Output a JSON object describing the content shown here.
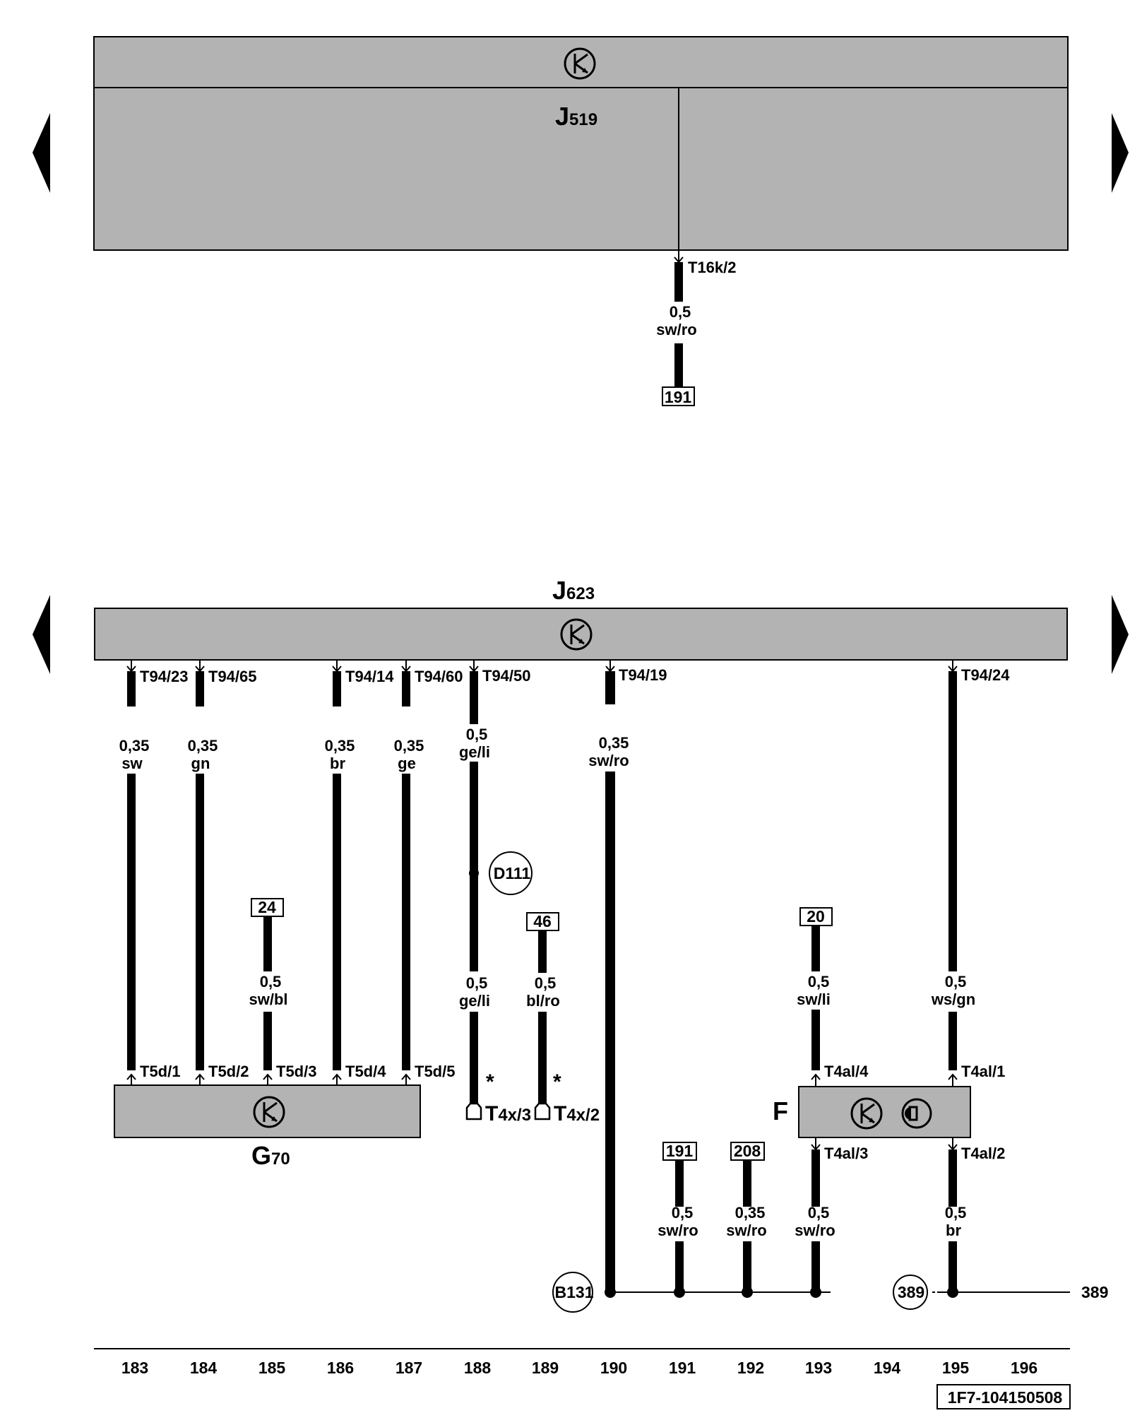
{
  "components": {
    "j519": {
      "letter": "J",
      "sub": "519"
    },
    "j623": {
      "letter": "J",
      "sub": "623"
    },
    "g70": {
      "letter": "G",
      "sub": "70"
    },
    "f": {
      "letter": "F"
    }
  },
  "pins": {
    "t16k_2": "T16k/2",
    "t94_23": "T94/23",
    "t94_65": "T94/65",
    "t94_14": "T94/14",
    "t94_60": "T94/60",
    "t94_50": "T94/50",
    "t94_19": "T94/19",
    "t94_24": "T94/24",
    "t5d_1": "T5d/1",
    "t5d_2": "T5d/2",
    "t5d_3": "T5d/3",
    "t5d_4": "T5d/4",
    "t5d_5": "T5d/5",
    "t4al_4": "T4al/4",
    "t4al_1": "T4al/1",
    "t4al_3": "T4al/3",
    "t4al_2": "T4al/2"
  },
  "connectors": {
    "t4x3": {
      "letter": "T",
      "sub": "4x/3"
    },
    "t4x2": {
      "letter": "T",
      "sub": "4x/2"
    },
    "star": "*"
  },
  "wires": {
    "top": {
      "size": "0,5",
      "color": "sw/ro"
    },
    "c183": {
      "size": "0,35",
      "color": "sw"
    },
    "c184": {
      "size": "0,35",
      "color": "gn"
    },
    "c185": {
      "size": "0,5",
      "color": "sw/bl"
    },
    "c186": {
      "size": "0,35",
      "color": "br"
    },
    "c187": {
      "size": "0,35",
      "color": "ge"
    },
    "c188_top": {
      "size": "0,5",
      "color": "ge/li"
    },
    "c188_bot": {
      "size": "0,5",
      "color": "ge/li"
    },
    "c189": {
      "size": "0,5",
      "color": "bl/ro"
    },
    "c190": {
      "size": "0,35",
      "color": "sw/ro"
    },
    "c191": {
      "size": "0,5",
      "color": "sw/ro"
    },
    "c192": {
      "size": "0,35",
      "color": "sw/ro"
    },
    "c193_top": {
      "size": "0,5",
      "color": "sw/li"
    },
    "c193_bot": {
      "size": "0,5",
      "color": "sw/ro"
    },
    "c195_top": {
      "size": "0,5",
      "color": "ws/gn"
    },
    "c195_bot": {
      "size": "0,5",
      "color": "br"
    }
  },
  "refs": {
    "r191_top": "191",
    "r24": "24",
    "r46": "46",
    "r20": "20",
    "r191": "191",
    "r208": "208"
  },
  "circles": {
    "d111": "D111",
    "b131": "B131",
    "c389": "389"
  },
  "edge_ref": "389",
  "columns": [
    "183",
    "184",
    "185",
    "186",
    "187",
    "188",
    "189",
    "190",
    "191",
    "192",
    "193",
    "194",
    "195",
    "196"
  ],
  "footer_code": "1F7-104150508"
}
